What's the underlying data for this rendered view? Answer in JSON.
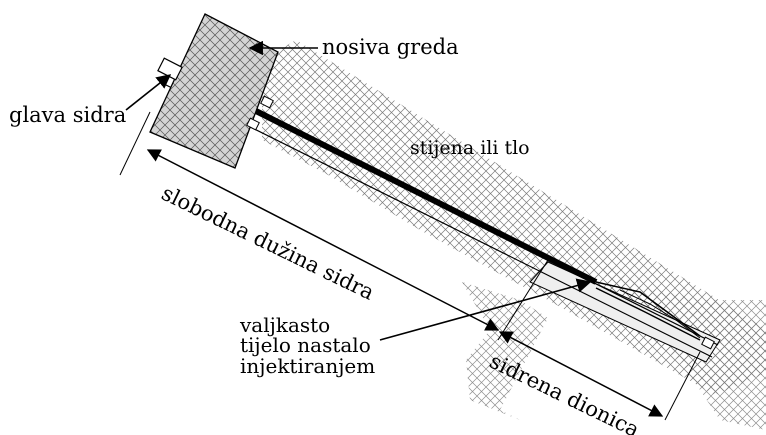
{
  "diagram": {
    "labels": {
      "nosiva_greda": "nosiva greda",
      "glava_sidra": "glava sidra",
      "stijena_ili_tlo": "stijena ili tlo",
      "slobodna_duzina_sidra": "slobodna dužina sidra",
      "valjkasto": "valjkasto",
      "tijelo_nastalo": "tijelo nastalo",
      "injektiranjem": "injektiranjem",
      "sidrena_dionica": "sidrena dionica"
    },
    "colors": {
      "ink": "#000000",
      "hatch": "#6b6b6b",
      "beam_fill": "#cfcfcf",
      "background": "#ffffff"
    }
  }
}
